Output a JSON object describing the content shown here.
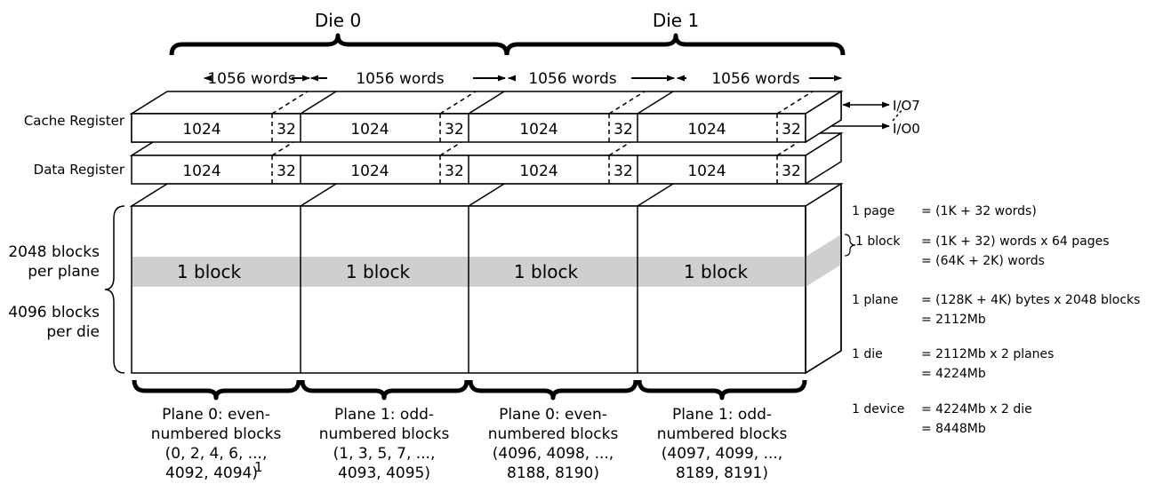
{
  "dies": [
    {
      "label": "Die 0"
    },
    {
      "label": "Die 1"
    }
  ],
  "word_counts": [
    "1056 words",
    "1056 words",
    "1056 words",
    "1056 words"
  ],
  "cache_register": {
    "label": "Cache Register",
    "main": "1024",
    "spare": "32"
  },
  "data_register": {
    "label": "Data Register",
    "main": "1024",
    "spare": "32"
  },
  "io": {
    "io7": "I/O7",
    "io0": "I/O0"
  },
  "block_label": "1 block",
  "side_labels": {
    "plane_l1": "2048 blocks",
    "plane_l2": "per plane",
    "die_l1": "4096 blocks",
    "die_l2": "per die"
  },
  "planes": [
    {
      "lines": [
        "Plane 0: even-",
        "numbered blocks",
        "(0, 2, 4, 6, ...,",
        "4092, 4094)"
      ],
      "footnote": "1"
    },
    {
      "lines": [
        "Plane 1: odd-",
        "numbered blocks",
        "(1, 3, 5, 7, ...,",
        "4093, 4095)"
      ],
      "footnote": ""
    },
    {
      "lines": [
        "Plane 0: even-",
        "numbered blocks",
        "(4096, 4098, ...,",
        "8188, 8190)"
      ],
      "footnote": ""
    },
    {
      "lines": [
        "Plane 1: odd-",
        "numbered blocks",
        "(4097, 4099, ...,",
        "8189, 8191)"
      ],
      "footnote": ""
    }
  ],
  "equations": {
    "page": {
      "term": "1 page",
      "l1": "= (1K + 32 words)"
    },
    "block": {
      "term": "1 block",
      "l1": "= (1K + 32) words x 64 pages",
      "l2": "= (64K + 2K) words"
    },
    "plane": {
      "term": "1 plane",
      "l1": "= (128K + 4K) bytes x 2048 blocks",
      "l2": "= 2112Mb"
    },
    "die": {
      "term": "1 die",
      "l1": "= 2112Mb x 2 planes",
      "l2": "= 4224Mb"
    },
    "device": {
      "term": "1 device",
      "l1": "= 4224Mb x 2 die",
      "l2": "= 8448Mb"
    }
  },
  "colors": {
    "stroke": "#000000",
    "block_fill": "#cfcfcf",
    "background": "#ffffff"
  }
}
